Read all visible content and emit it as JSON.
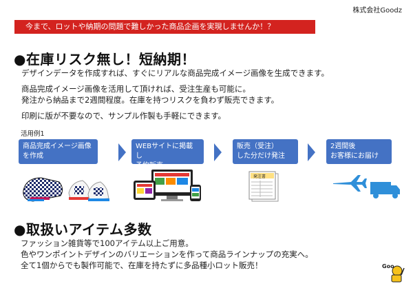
{
  "company": "株式会社Goodz",
  "banner": "今まで、ロットや納期の問題で難しかった商品企画を実現しませんか！？",
  "section1": {
    "heading": "●在庫リスク無し！短納期！",
    "lines": [
      "デザインデータを作成すれば、すぐにリアルな商品完成イメージ画像を生成できます。",
      "商品完成イメージ画像を活用して頂ければ、受注生産も可能に。",
      "発注から納品まで2週間程度。在庫を持つリスクを負わず販売できます。",
      "印刷に版が不要なので、サンプル作製も手軽にできます。"
    ],
    "example_label": "活用例1",
    "steps": [
      {
        "line1": "商品完成イメージ画像",
        "line2": "を作成"
      },
      {
        "line1": "WEBサイトに掲載し",
        "line2": "予約販売"
      },
      {
        "line1": "販売（受注）",
        "line2": "した分だけ発注"
      },
      {
        "line1": "2週間後",
        "line2": "お客様にお届け"
      }
    ],
    "order_form_label": "発注書"
  },
  "section2": {
    "heading": "●取扱いアイテム多数",
    "lines": [
      "ファッション雑貨等で100アイテム以上ご用意。",
      "色やワンポイントデザインのバリエーションを作って商品ラインナップの充実へ。",
      "全て1個からでも製作可能で、在庫を持たずに多品種小ロット販売！"
    ]
  },
  "logo_text": "Goo",
  "colors": {
    "banner": "#d3231f",
    "step": "#4472c4",
    "icon_blue": "#2f8fd9"
  }
}
